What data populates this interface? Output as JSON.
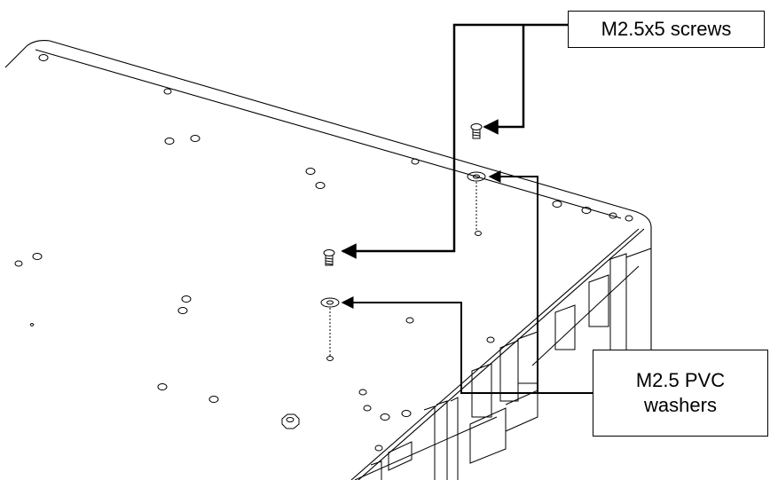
{
  "callouts": {
    "screws": {
      "label": "M2.5x5 screws"
    },
    "washers": {
      "line1": "M2.5 PVC",
      "line2": "washers"
    }
  },
  "colors": {
    "line": "#000000",
    "background": "#ffffff"
  }
}
